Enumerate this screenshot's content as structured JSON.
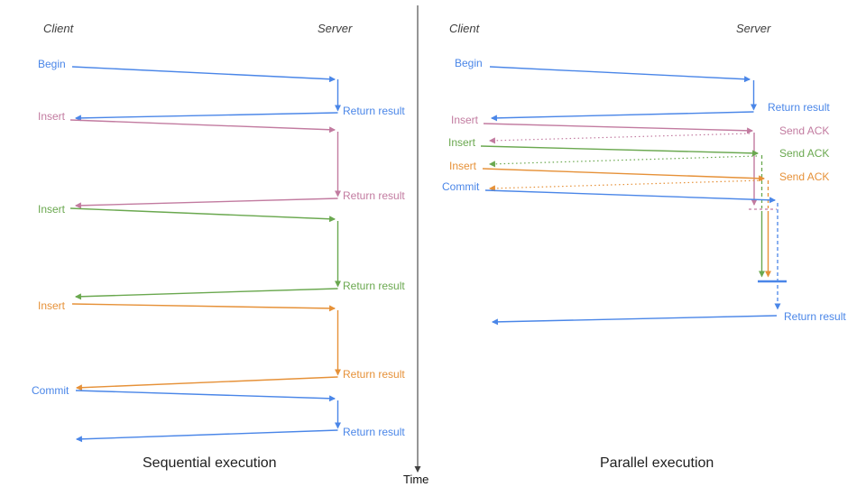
{
  "diagram": {
    "timeline_label": "Time",
    "colors": {
      "blue": "#4a86e8",
      "pink": "#c27ba0",
      "green": "#6aa84f",
      "orange": "#e69138",
      "axis": "#404040",
      "caption_text": "#1f1f1f",
      "actor_text": "#3d3d3d",
      "background": "#ffffff"
    },
    "panels": [
      {
        "id": "sequential",
        "caption": "Sequential execution",
        "client_label": "Client",
        "server_label": "Server",
        "operations": [
          {
            "request": "Begin",
            "color": "#4a86e8",
            "response": "Return result"
          },
          {
            "request": "Insert",
            "color": "#c27ba0",
            "response": "Return result"
          },
          {
            "request": "Insert",
            "color": "#6aa84f",
            "response": "Return result"
          },
          {
            "request": "Insert",
            "color": "#e69138",
            "response": "Return result"
          },
          {
            "request": "Commit",
            "color": "#4a86e8",
            "response": "Return result"
          }
        ]
      },
      {
        "id": "parallel",
        "caption": "Parallel execution",
        "client_label": "Client",
        "server_label": "Server",
        "operations": [
          {
            "request": "Begin",
            "color": "#4a86e8",
            "response": "Return result"
          },
          {
            "request": "Insert",
            "color": "#c27ba0",
            "response": "Send ACK"
          },
          {
            "request": "Insert",
            "color": "#6aa84f",
            "response": "Send ACK"
          },
          {
            "request": "Insert",
            "color": "#e69138",
            "response": "Send ACK"
          },
          {
            "request": "Commit",
            "color": "#4a86e8",
            "response": "Return result"
          }
        ]
      }
    ]
  }
}
